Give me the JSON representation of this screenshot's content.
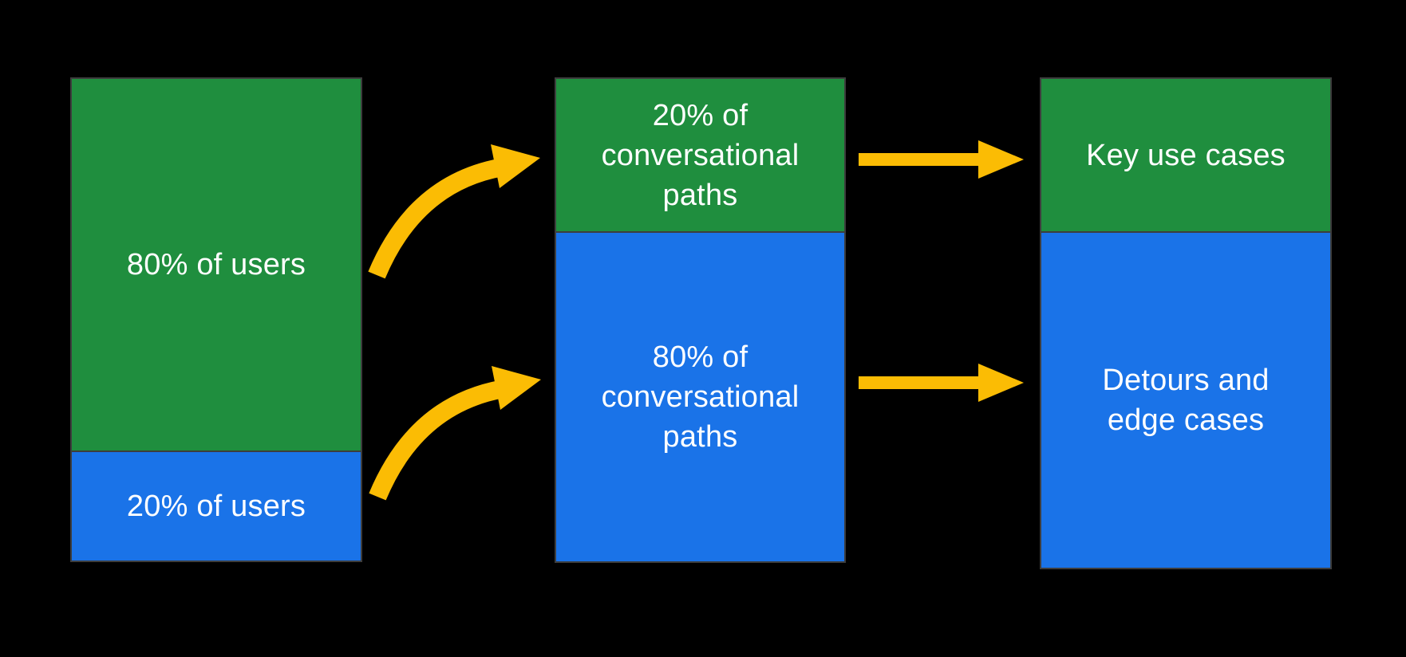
{
  "colors": {
    "background": "#000000",
    "segment_green": "#1f8e3e",
    "segment_blue": "#1a73e8",
    "arrow_yellow": "#fbbc04",
    "bar_border_gray": "#3d3d3d",
    "label_text": "#ffffff"
  },
  "flow": {
    "columns": [
      {
        "name": "users",
        "segments": [
          {
            "label": "80% of users",
            "color": "#1f8e3e",
            "share_pct": 80
          },
          {
            "label": "20% of users",
            "color": "#1a73e8",
            "share_pct": 20
          }
        ]
      },
      {
        "name": "conversational-paths",
        "segments": [
          {
            "label": "20% of conversational paths",
            "color": "#1f8e3e",
            "share_pct": 20
          },
          {
            "label": "80% of conversational paths",
            "color": "#1a73e8",
            "share_pct": 80
          }
        ]
      },
      {
        "name": "outcomes",
        "segments": [
          {
            "label": "Key use cases",
            "color": "#1f8e3e"
          },
          {
            "label": "Detours and edge cases",
            "color": "#1a73e8"
          }
        ]
      }
    ],
    "arrows": [
      {
        "name": "users-80-to-paths-20",
        "style": "curved"
      },
      {
        "name": "users-20-to-paths-80",
        "style": "curved"
      },
      {
        "name": "paths-20-to-key-use-cases",
        "style": "straight"
      },
      {
        "name": "paths-80-to-detours",
        "style": "straight"
      }
    ]
  }
}
